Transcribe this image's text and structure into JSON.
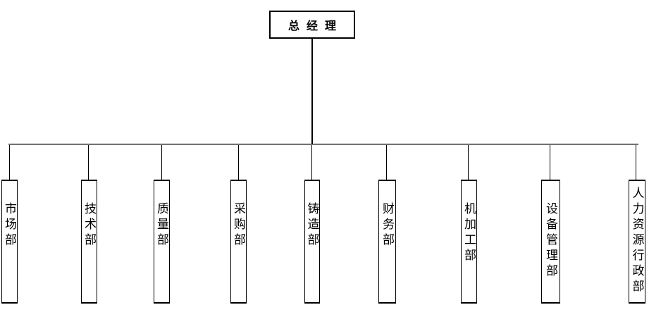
{
  "org_chart": {
    "root": {
      "label": "总经理"
    },
    "departments": [
      {
        "label": "市场部"
      },
      {
        "label": "技术部"
      },
      {
        "label": "质量部"
      },
      {
        "label": "采购部"
      },
      {
        "label": "铸造部"
      },
      {
        "label": "财务部"
      },
      {
        "label": "机加工部"
      },
      {
        "label": "设备管理部"
      },
      {
        "label": "人力资源行政部"
      }
    ],
    "colors": {
      "background": "#ffffff",
      "line": "#000000",
      "trunk_line_shade": "#9c9c9c",
      "box_border": "#000000",
      "text": "#000000"
    }
  }
}
